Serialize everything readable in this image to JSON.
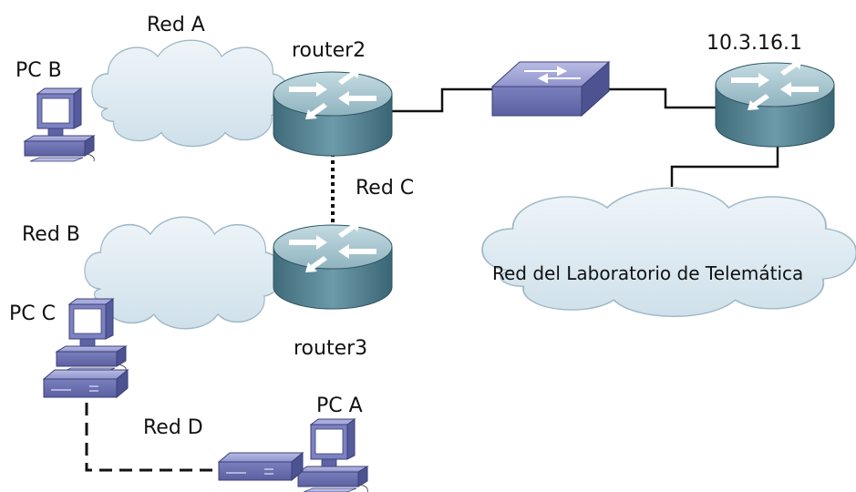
{
  "labels": {
    "red_a": "Red A",
    "red_b": "Red B",
    "red_c": "Red C",
    "red_d": "Red D",
    "router2": "router2",
    "router3": "router3",
    "gateway_ip": "10.3.16.1",
    "pc_a": "PC A",
    "pc_b": "PC B",
    "pc_c": "PC C",
    "lab_network": "Red del Laboratorio de Telemática"
  },
  "colors": {
    "cloud_fill": "#dbe9f1",
    "cloud_stroke": "#9fb8c6",
    "router_body": "#4e7c8d",
    "router_top": "#a9c7d1",
    "device_fill": "#6e73b2",
    "device_top": "#a7abd8",
    "monitor_screen": "#ffffff",
    "line": "#111111"
  }
}
